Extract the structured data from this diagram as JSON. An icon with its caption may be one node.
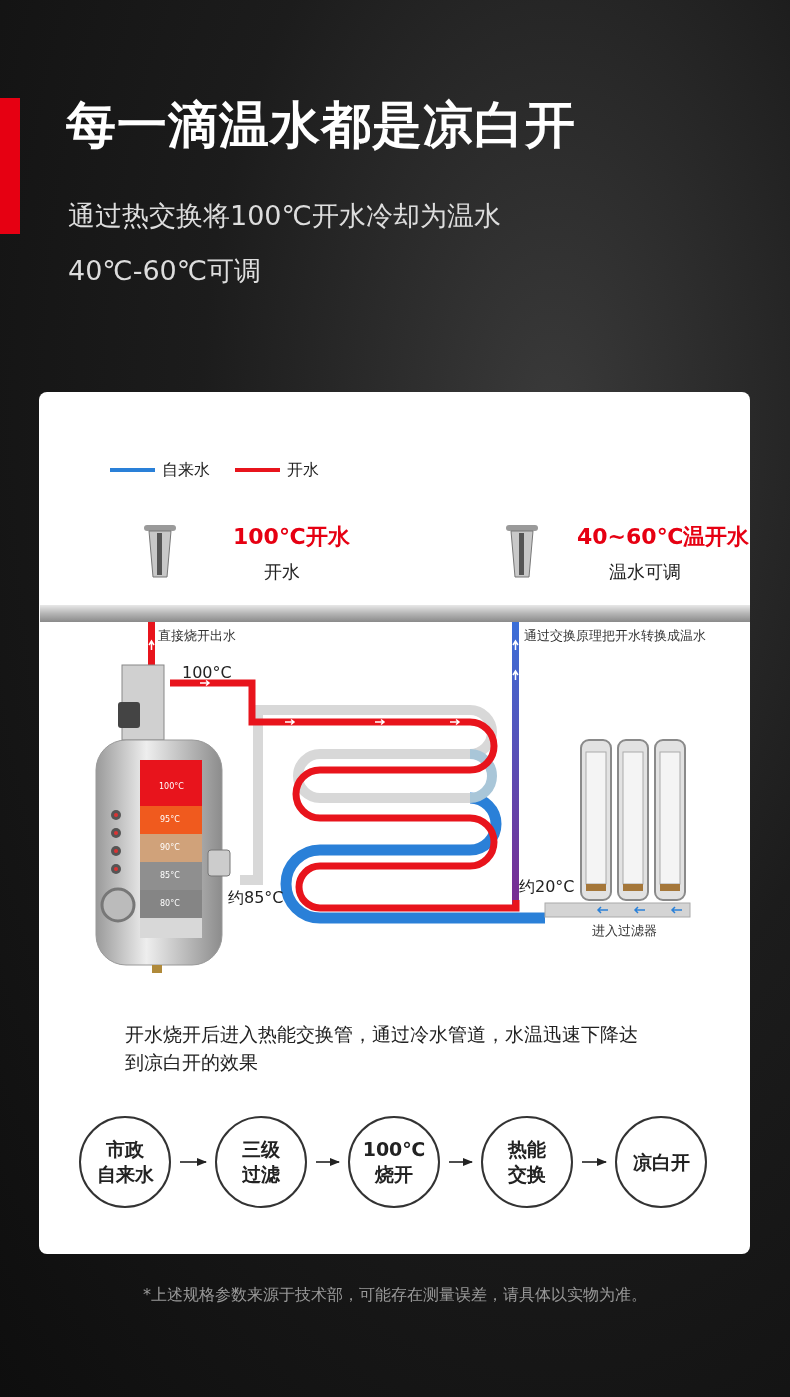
{
  "diagram": {
    "title": "每一滴温水都是凉白开",
    "nodes": [
      {
        "text": [
          "市政自来水"
        ]
      },
      {
        "text": [
          "三级过滤"
        ]
      },
      {
        "text": [
          "100℃烧开"
        ]
      },
      {
        "text": [
          "热能交换"
        ]
      },
      {
        "text": [
          "凉白开"
        ]
      }
    ],
    "edges": [
      {
        "from": 0,
        "to": 1,
        "arrow": "to"
      },
      {
        "from": 1,
        "to": 2,
        "arrow": "to"
      },
      {
        "from": 2,
        "to": 3,
        "arrow": "to"
      },
      {
        "from": 3,
        "to": 4,
        "arrow": "to"
      }
    ],
    "labels": [
      "通过热交换将100℃开水冷却为温水",
      "40℃-60℃可调",
      "100℃开水",
      "开水",
      "40~60℃温开水",
      "温水可调",
      "直接烧开出水",
      "通过交换原理把开水转换成温水",
      "100°C",
      "100°C",
      "95°C",
      "90°C",
      "85°C",
      "80°C",
      "约85°C",
      "约20°C",
      "进入过滤器",
      "开水烧开后进入热能交换管，通过冷水管道，水温迅速下降达到凉白开的效果",
      "*上述规格参数来源于技术部，可能存在测量误差，请具体以实物为准。"
    ],
    "legend": [
      {
        "text": "自来水",
        "color": "#2a80d8"
      },
      {
        "text": "开水",
        "color": "#e8141c"
      }
    ]
  }
}
